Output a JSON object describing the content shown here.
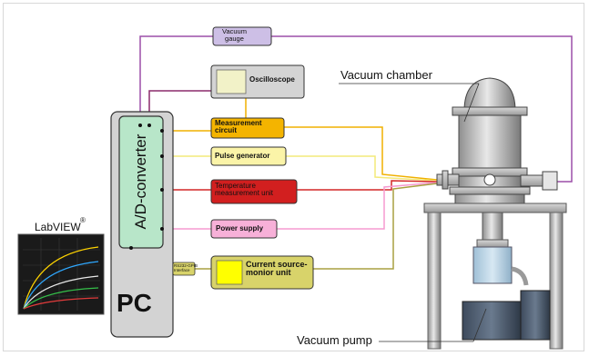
{
  "labels": {
    "vacuum_gauge": "Vacuum\ngauge",
    "oscilloscope": "Oscilloscope",
    "vacuum_chamber": "Vacuum chamber",
    "measurement_circuit": "Measurement\ncircuit",
    "pulse_generator": "Pulse generator",
    "temperature_unit": "Temperature\nmeasurement unit",
    "power_supply": "Power supply",
    "current_source": "Current source-\nmonior unit",
    "interface": "RS232-GPIB\nInterface",
    "ad_converter": "A/D-converter",
    "pc": "PC",
    "labview": "LabVIEW",
    "labview_mark": "®",
    "vacuum_pump": "Vacuum pump"
  },
  "colors": {
    "pc_box": "#d3d3d3",
    "ad_box": "#b8e6c9",
    "vacuum_gauge_box": "#cdbfe6",
    "oscilloscope_box": "#d4d4d4",
    "measurement_box": "#f4b400",
    "pulse_box": "#fbf4a8",
    "temperature_box": "#d21f1f",
    "power_box": "#f7b0d8",
    "current_box": "#d8d36a",
    "current_screen": "#ffff00",
    "wire_purple": "#9b4fa8",
    "wire_dark_magenta": "#8b2a6b",
    "wire_orange": "#f0b000",
    "wire_yellow": "#f4ea7a",
    "wire_red": "#d42626",
    "wire_pink": "#f59ad0",
    "wire_olive": "#a8a040"
  }
}
